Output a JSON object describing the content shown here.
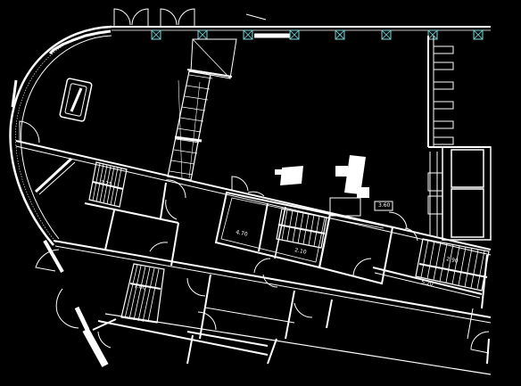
{
  "drawing": {
    "background": "#000000",
    "line_color": "#ffffff",
    "column_color": "#7fd3d3"
  },
  "dimensions": {
    "d1": "4.70",
    "d2": "2.10",
    "d3": "3.60",
    "d4": "5.20",
    "d5": "2.90",
    "d6": "1.60",
    "d7": "3.25"
  },
  "icons": {
    "column": "structural-column-x",
    "door": "door-swing-arc",
    "stair": "stair-treads"
  }
}
